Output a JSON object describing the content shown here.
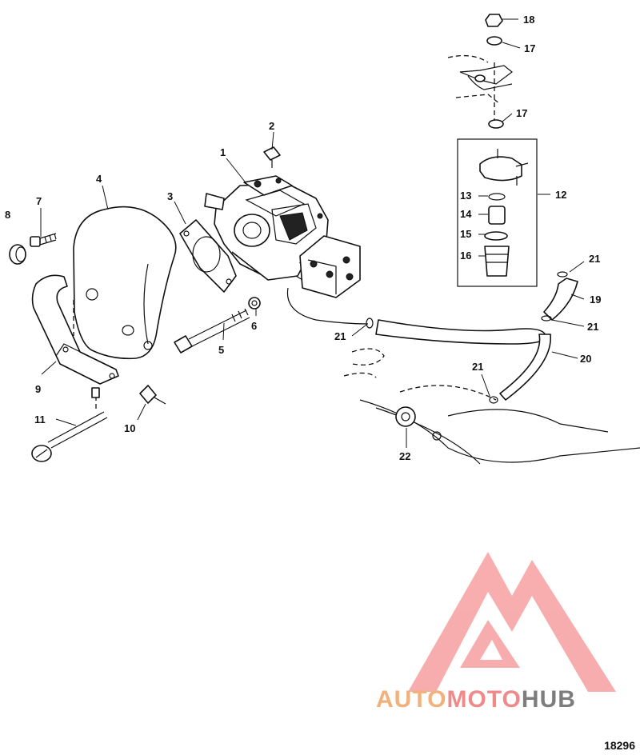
{
  "figure_number": "18296",
  "watermark": {
    "part1": "AUTO",
    "part2": "MOTO",
    "part3": "HUB"
  },
  "callouts": [
    "1",
    "2",
    "3",
    "4",
    "5",
    "6",
    "7",
    "8",
    "9",
    "10",
    "11",
    "12",
    "13",
    "14",
    "15",
    "16",
    "17",
    "17",
    "18",
    "19",
    "20",
    "21",
    "21",
    "21",
    "21",
    "22"
  ],
  "colors": {
    "line": "#111111",
    "watermark_red": "#f26b6b",
    "watermark_orange": "#f2b07a",
    "watermark_grey": "#7d7d7d"
  }
}
